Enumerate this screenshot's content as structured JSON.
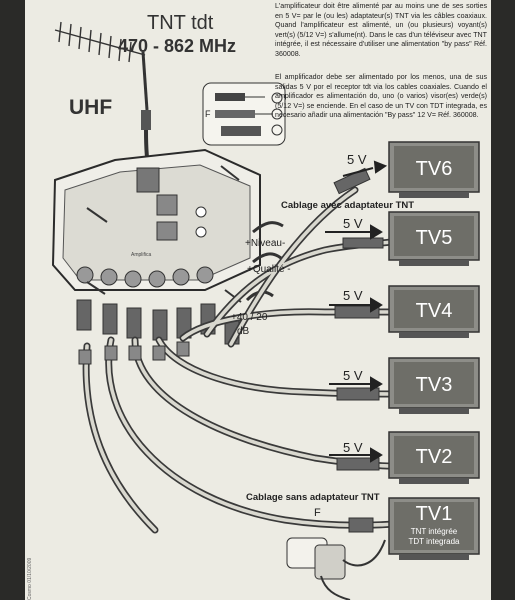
{
  "heading": {
    "line1": "TNT tdt",
    "line2": "470 - 862 MHz",
    "band": "UHF"
  },
  "paragraph_fr": "L'amplificateur doit être alimenté par au moins une de ses sorties en 5 V= par le (ou les) adaptateur(s) TNT via les câbles coaxiaux. Quand l'amplificateur est alimenté, un (ou plusieurs) voyant(s) vert(s) (5/12 V=) s'allume(nt). Dans le cas d'un téléviseur avec TNT intégrée, il est nécessaire d'utiliser une alimentation \"by pass\" Réf. 360008.",
  "paragraph_es": "El amplificador debe ser alimentado por los menos, una de sus salidas 5 V por el receptor tdt via los cables coaxiales. Cuando el amplificador es alimentación do, uno (o varios) visor(es) verde(s) (5/12 V=) se enciende. En el caso de un TV con TDT integrada, es necesario añadir una alimentación \"By pass\" 12 V= Réf. 360008.",
  "captions": {
    "with_adapter": "Cablage avec adaptateur TNT",
    "without_adapter": "Cablage sans adaptateur TNT"
  },
  "amp_labels": {
    "niveau": "+Niveau-",
    "qualite": "+Qualité -",
    "gain": "+40 / 20",
    "gain_unit": "dB",
    "panel": "Amplifica"
  },
  "inset_labels": {
    "connector": "F"
  },
  "tvs": [
    {
      "name": "TV6",
      "voltage": "5 V"
    },
    {
      "name": "TV5",
      "voltage": "5 V"
    },
    {
      "name": "TV4",
      "voltage": "5 V"
    },
    {
      "name": "TV3",
      "voltage": "5 V"
    },
    {
      "name": "TV2",
      "voltage": "5 V"
    },
    {
      "name": "TV1",
      "voltage": "",
      "note_fr": "TNT intégrée",
      "note_es": "TDT integrada"
    }
  ],
  "connector_f": "F",
  "side_code": "Cosmo 01/10/2009",
  "colors": {
    "paper": "#ecebe3",
    "tv_body": "#8d8d88",
    "tv_screen": "#6e6e68",
    "cable": "#d9d8cf",
    "ink": "#2b2b2b"
  }
}
